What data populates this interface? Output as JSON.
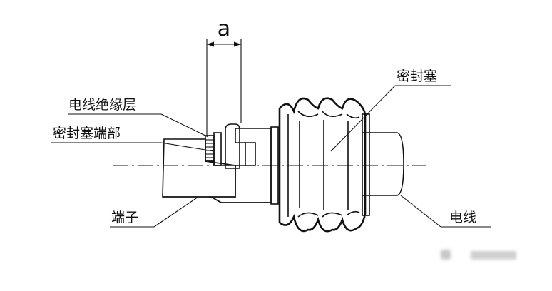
{
  "dimension_label": "a",
  "labels": {
    "insulation": "电线绝缘层",
    "seal_end": "密封塞端部",
    "terminal": "端子",
    "seal_plug": "密封塞",
    "wire": "电线"
  }
}
